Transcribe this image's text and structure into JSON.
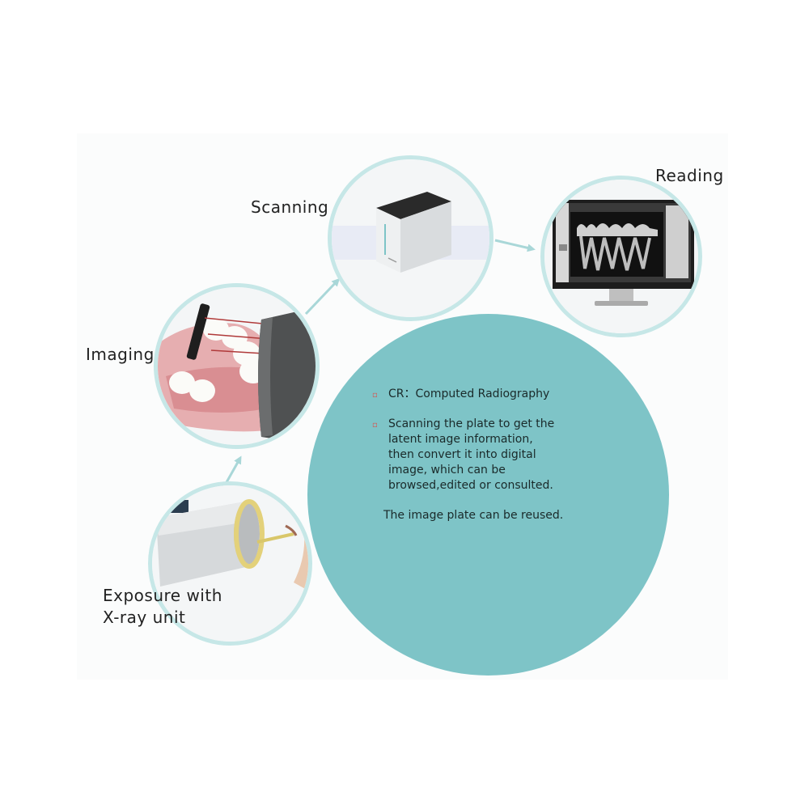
{
  "stages": {
    "scanning": "Scanning",
    "reading": "Reading",
    "imaging": "Imaging",
    "exposure_line1": "Exposure with",
    "exposure_line2": "X-ray unit"
  },
  "info": {
    "bullets": [
      {
        "icon": "square-bullet-icon",
        "lines": [
          "CR：Computed Radiography"
        ]
      },
      {
        "icon": "square-bullet-icon",
        "lines": [
          "Scanning the plate to get the",
          "latent image information,",
          "then convert it into digital",
          "image, which can be",
          "browsed,edited or consulted."
        ]
      }
    ],
    "note": "The image plate can be reused."
  },
  "colors": {
    "circle_fill": "#7ec4c7",
    "ring": "#c6e7e7",
    "arrow": "#a9d7d8",
    "bullet": "#d9534f"
  }
}
